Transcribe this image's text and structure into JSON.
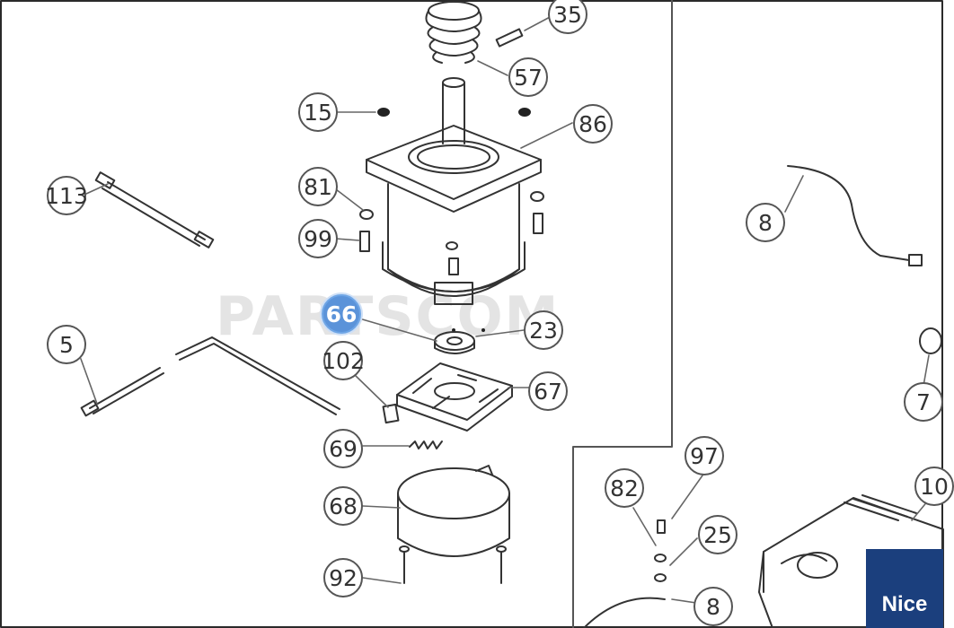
{
  "diagram": {
    "watermark_text": "PARTSCOM",
    "brand_label": "Nice",
    "selected_part": "66",
    "selected_color": "#5b93d9",
    "brand_color": "#1b3f7d",
    "callouts": [
      {
        "id": "35",
        "label": "35"
      },
      {
        "id": "57",
        "label": "57"
      },
      {
        "id": "15",
        "label": "15"
      },
      {
        "id": "86",
        "label": "86"
      },
      {
        "id": "113",
        "label": "113"
      },
      {
        "id": "81",
        "label": "81"
      },
      {
        "id": "99",
        "label": "99"
      },
      {
        "id": "8a",
        "label": "8"
      },
      {
        "id": "66",
        "label": "66"
      },
      {
        "id": "23",
        "label": "23"
      },
      {
        "id": "5",
        "label": "5"
      },
      {
        "id": "102",
        "label": "102"
      },
      {
        "id": "67",
        "label": "67"
      },
      {
        "id": "7",
        "label": "7"
      },
      {
        "id": "69",
        "label": "69"
      },
      {
        "id": "97",
        "label": "97"
      },
      {
        "id": "82",
        "label": "82"
      },
      {
        "id": "68",
        "label": "68"
      },
      {
        "id": "10",
        "label": "10"
      },
      {
        "id": "25",
        "label": "25"
      },
      {
        "id": "92",
        "label": "92"
      },
      {
        "id": "8b",
        "label": "8"
      }
    ]
  }
}
